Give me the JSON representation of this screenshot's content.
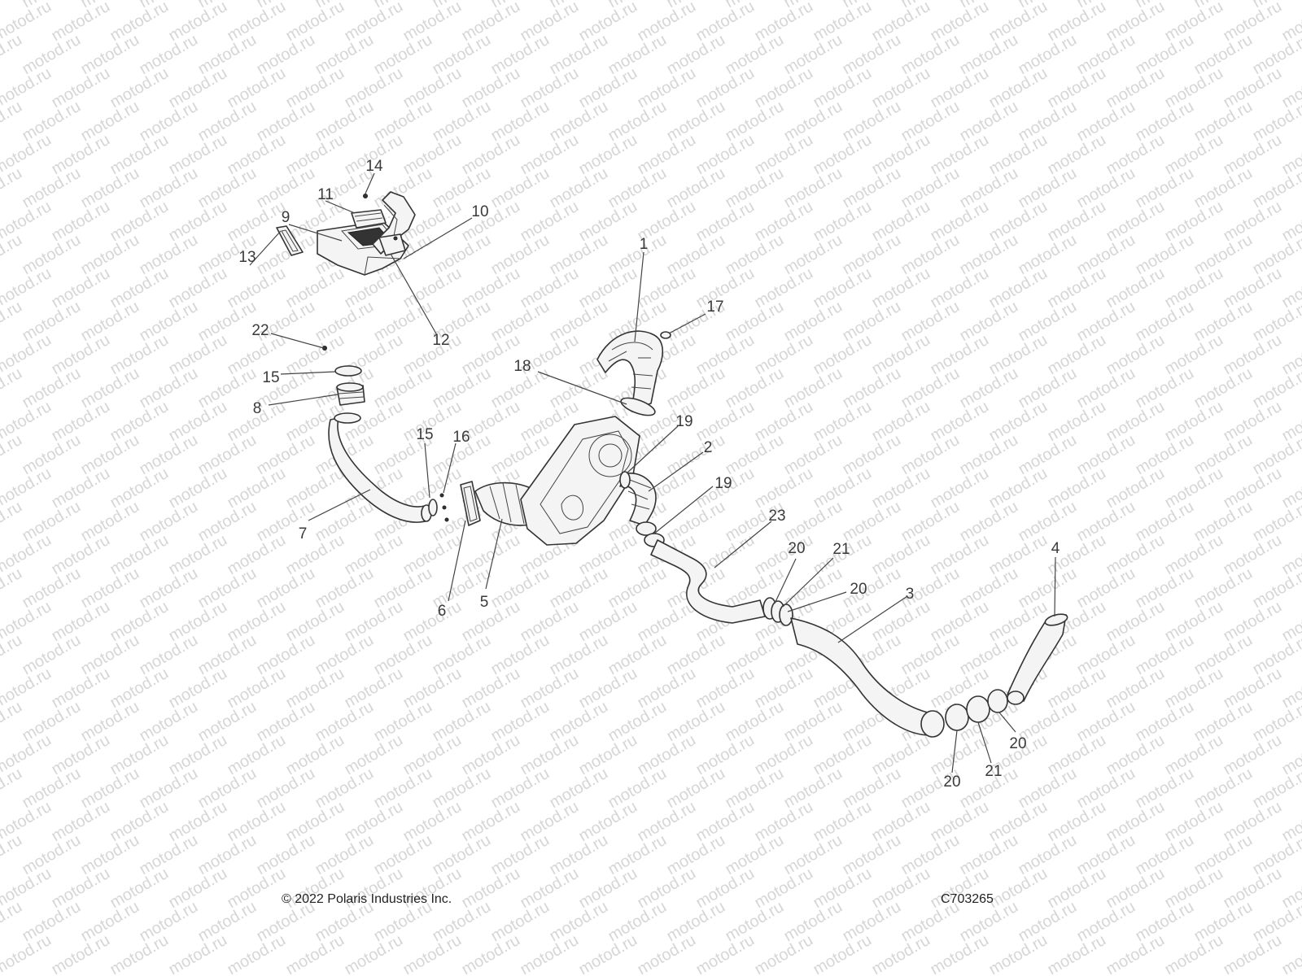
{
  "watermark": "motod.ru",
  "callouts": [
    "1",
    "2",
    "3",
    "4",
    "5",
    "6",
    "7",
    "8",
    "9",
    "10",
    "11",
    "12",
    "13",
    "14",
    "15",
    "15",
    "16",
    "17",
    "18",
    "19",
    "19",
    "20",
    "20",
    "20",
    "20",
    "21",
    "21",
    "22",
    "23"
  ],
  "footer": {
    "copyright": "© 2022 Polaris Industries Inc.",
    "code": "C703265"
  }
}
